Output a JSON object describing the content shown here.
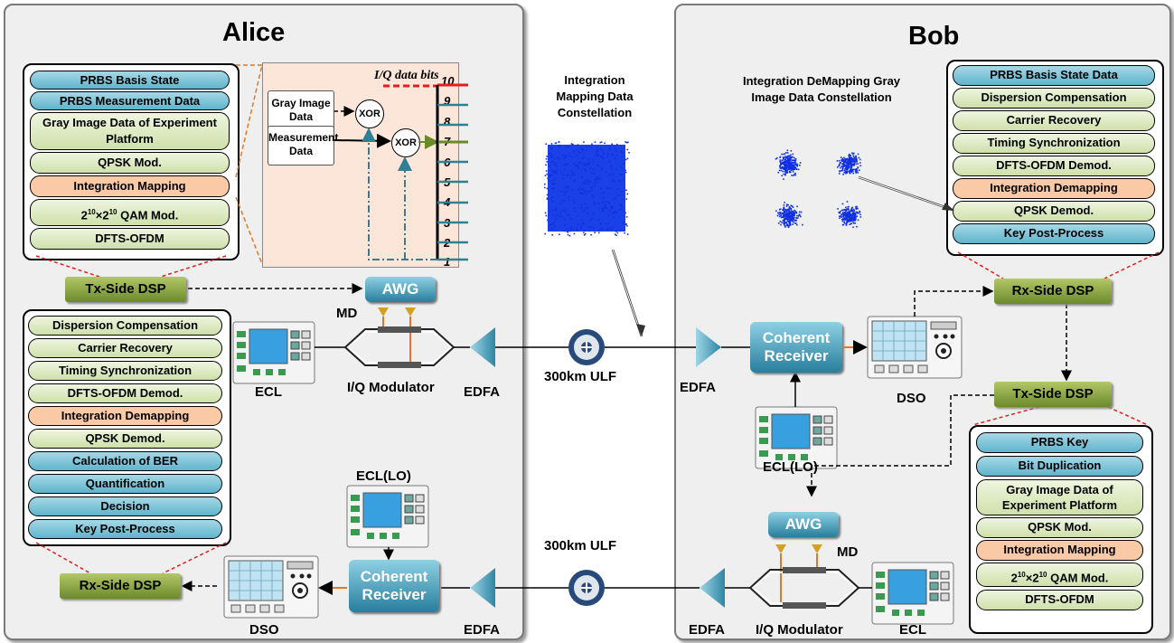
{
  "alice": {
    "title": "Alice",
    "tx_stack": [
      "PRBS Basis State",
      "PRBS Measurement Data",
      "Gray Image Data of Experiment Platform",
      "QPSK Mod.",
      "Integration Mapping",
      "2^10×2^10 QAM Mod.",
      "DFTS-OFDM"
    ],
    "qam_base": "2",
    "qam_exp": "10",
    "qam_mid": "×2",
    "qam_tail": " QAM Mod.",
    "rx_stack": [
      "Dispersion Compensation",
      "Carrier Recovery",
      "Timing Synchronization",
      "DFTS-OFDM Demod.",
      "Integration Demapping",
      "QPSK Demod.",
      "Calculation of BER",
      "Quantification",
      "Decision",
      "Key Post-Process"
    ],
    "tx_dsp": "Tx-Side DSP",
    "rx_dsp": "Rx-Side DSP",
    "awg": "AWG",
    "md": "MD",
    "ecl": "ECL",
    "iq": "I/Q Modulator",
    "edfa_tx": "EDFA",
    "ecl_lo": "ECL(LO)",
    "coherent": "Coherent Receiver",
    "dso": "DSO",
    "edfa_rx": "EDFA"
  },
  "inset": {
    "title": "I/Q data bits",
    "gray": "Gray Image Data",
    "meas": "Measurement Data",
    "xor": "XOR",
    "bits": [
      "10",
      "9",
      "8",
      "7",
      "6",
      "5",
      "4",
      "3",
      "2",
      "1"
    ]
  },
  "center": {
    "mapping_title": "Integration Mapping Data Constellation",
    "fiber_top": "300km  ULF",
    "fiber_bottom": "300km  ULF"
  },
  "bob": {
    "title": "Bob",
    "demap_title": "Integration DeMapping Gray Image Data Constellation",
    "rx_stack": [
      "PRBS Basis State Data",
      "Dispersion Compensation",
      "Carrier Recovery",
      "Timing Synchronization",
      "DFTS-OFDM Demod.",
      "Integration Demapping",
      "QPSK Demod.",
      "Key Post-Process"
    ],
    "tx_stack": [
      "PRBS Key",
      "Bit Duplication",
      "Gray Image Data of Experiment Platform",
      "QPSK Mod.",
      "Integration Mapping",
      "2^10×2^10 QAM Mod.",
      "DFTS-OFDM"
    ],
    "rx_dsp": "Rx-Side DSP",
    "tx_dsp": "Tx-Side DSP",
    "edfa_rx": "EDFA",
    "coherent": "Coherent Receiver",
    "dso": "DSO",
    "ecl_lo": "ECL(LO)",
    "awg": "AWG",
    "md": "MD",
    "edfa_tx": "EDFA",
    "iq": "I/Q Modulator",
    "ecl": "ECL"
  },
  "colors": {
    "blue": "#5fb4cc",
    "green": "#cfe0aa",
    "orange": "#fac9a6",
    "dsp": "#7c9a36",
    "instrument": "#2f86a6",
    "red_dash": "#e02020",
    "teal": "#2f7f95"
  }
}
